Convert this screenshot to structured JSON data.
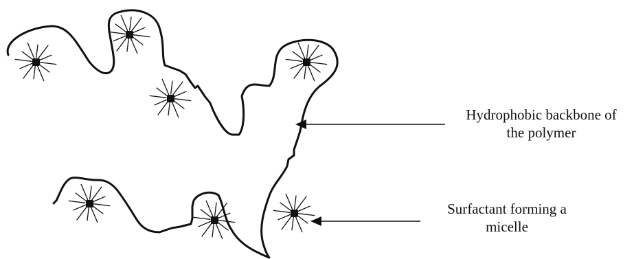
{
  "labels": {
    "backbone": {
      "line1": "Hydrophobic backbone of",
      "line2": "the polymer"
    },
    "surfactant": {
      "line1": "Surfactant forming a",
      "line2": "micelle"
    }
  },
  "colors": {
    "ink": "#111111",
    "background": "#ffffff"
  }
}
